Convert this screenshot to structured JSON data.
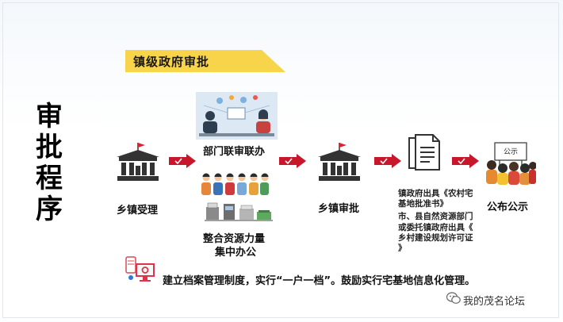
{
  "banner": {
    "text": "镇级政府审批",
    "color": "#f7d44a"
  },
  "process_title": "审批程序",
  "steps": {
    "accept": {
      "label": "乡镇受理"
    },
    "joint": {
      "label": "部门联审联办"
    },
    "resources": {
      "line1": "整合资源力量",
      "line2": "集中办公"
    },
    "approve": {
      "label": "乡镇审批"
    },
    "issue": {
      "line1": "镇政府出具《农村宅",
      "line2": "基地批准书》",
      "line3": "市、县自然资源部门",
      "line4": "或委托镇政府出具《",
      "line5": "乡村建设规划许可证",
      "line6": "》"
    },
    "publicize": {
      "label": "公布公示",
      "sign_text": "公示"
    }
  },
  "bottom_note": "建立档案管理制度，实行“一户一档”。鼓励实行宅基地信息化管理。",
  "watermark": {
    "text": "我的茂名论坛",
    "icon": "wechat-icon"
  },
  "colors": {
    "arrow": "#c8162a",
    "building": "#333333",
    "flag": "#d9232d",
    "banner": "#f7d44a"
  }
}
